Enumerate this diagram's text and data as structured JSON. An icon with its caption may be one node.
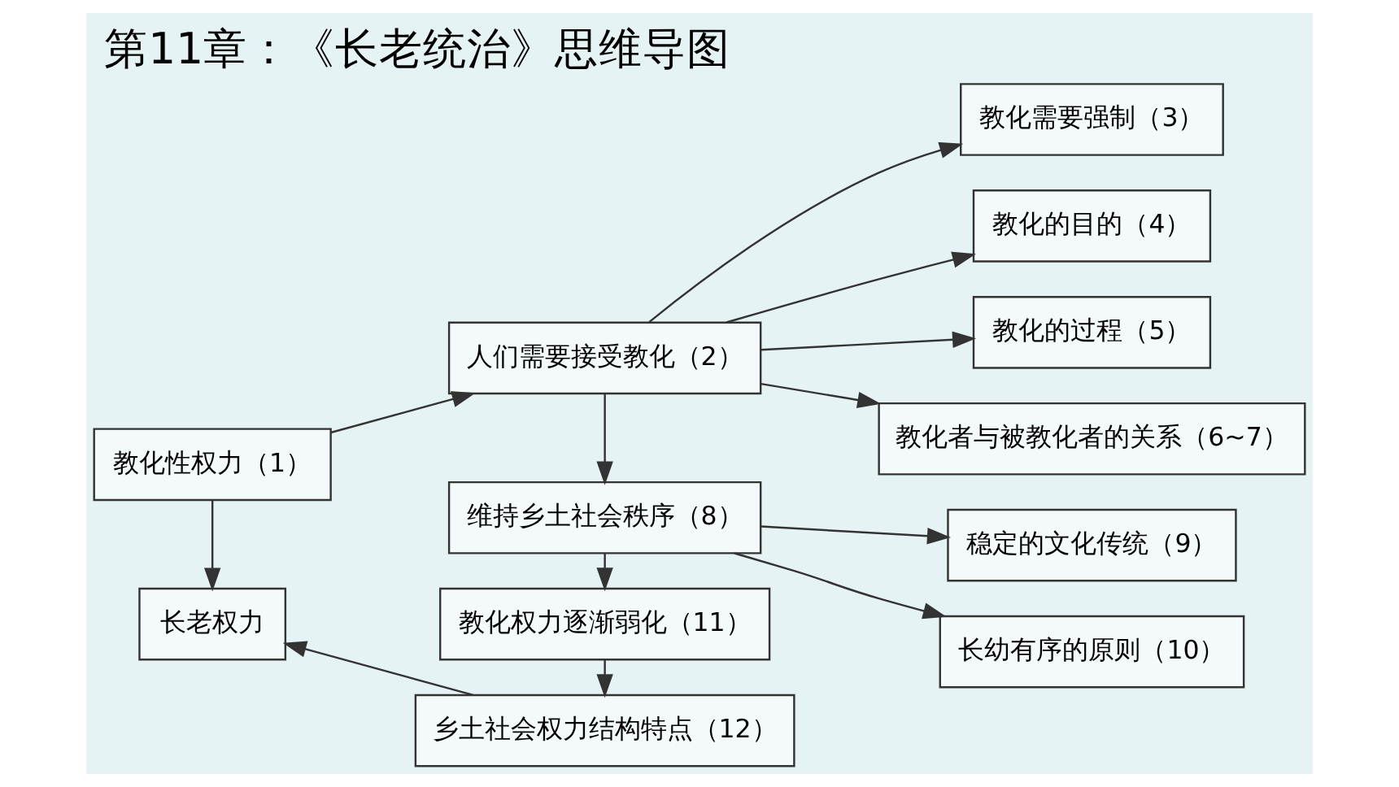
{
  "diagram": {
    "title": "第11章：《长老统治》思维导图",
    "nodes": [
      {
        "text": [
          "教化性权力（1）"
        ]
      },
      {
        "text": [
          "人们需要接受教化（2）"
        ]
      },
      {
        "text": [
          "教化需要强制（3）"
        ]
      },
      {
        "text": [
          "教化的目的（4）"
        ]
      },
      {
        "text": [
          "教化的过程（5）"
        ]
      },
      {
        "text": [
          "教化者与被教化者的关系（6~7）"
        ]
      },
      {
        "text": [
          "维持乡土社会秩序（8）"
        ]
      },
      {
        "text": [
          "稳定的文化传统（9）"
        ]
      },
      {
        "text": [
          "长幼有序的原则（10）"
        ]
      },
      {
        "text": [
          "教化权力逐渐弱化（11）"
        ]
      },
      {
        "text": [
          "乡土社会权力结构特点（12）"
        ]
      },
      {
        "text": [
          "长老权力"
        ]
      }
    ],
    "edges": [
      {
        "from": 0,
        "to": 1,
        "arrow": "to"
      },
      {
        "from": 1,
        "to": 2,
        "arrow": "to"
      },
      {
        "from": 1,
        "to": 3,
        "arrow": "to"
      },
      {
        "from": 1,
        "to": 4,
        "arrow": "to"
      },
      {
        "from": 1,
        "to": 5,
        "arrow": "to"
      },
      {
        "from": 1,
        "to": 6,
        "arrow": "to"
      },
      {
        "from": 6,
        "to": 7,
        "arrow": "to"
      },
      {
        "from": 6,
        "to": 8,
        "arrow": "to"
      },
      {
        "from": 6,
        "to": 9,
        "arrow": "to"
      },
      {
        "from": 9,
        "to": 10,
        "arrow": "to"
      },
      {
        "from": 10,
        "to": 11,
        "arrow": "to"
      },
      {
        "from": 0,
        "to": 11,
        "arrow": "to"
      }
    ]
  }
}
